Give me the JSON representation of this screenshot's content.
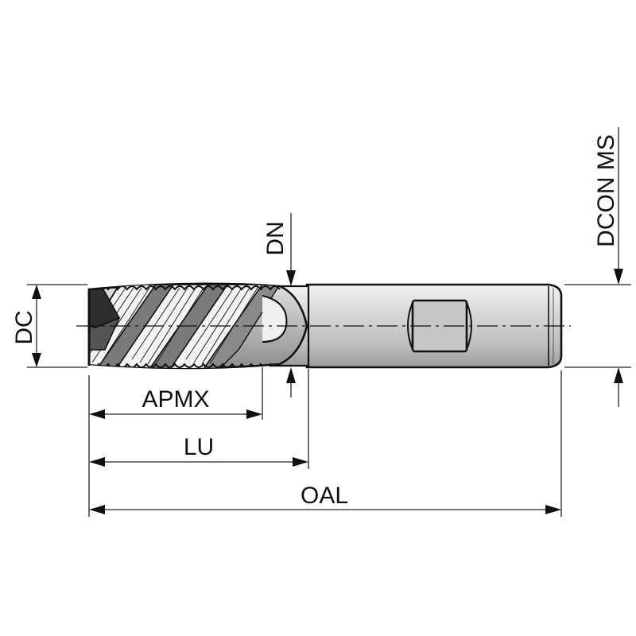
{
  "diagram": {
    "subject": "roughing end mill with Weldon flat shank",
    "labels": {
      "dc": "DC",
      "dn": "DN",
      "dcon_ms": "DCON MS",
      "apmx": "APMX",
      "lu": "LU",
      "oal": "OAL"
    },
    "colors": {
      "line": "#111111",
      "shank_fill": "#d4d4d4",
      "flute_fill": "#bdbdbd",
      "dark_fill": "#3a3a3a",
      "background": "#ffffff"
    }
  }
}
